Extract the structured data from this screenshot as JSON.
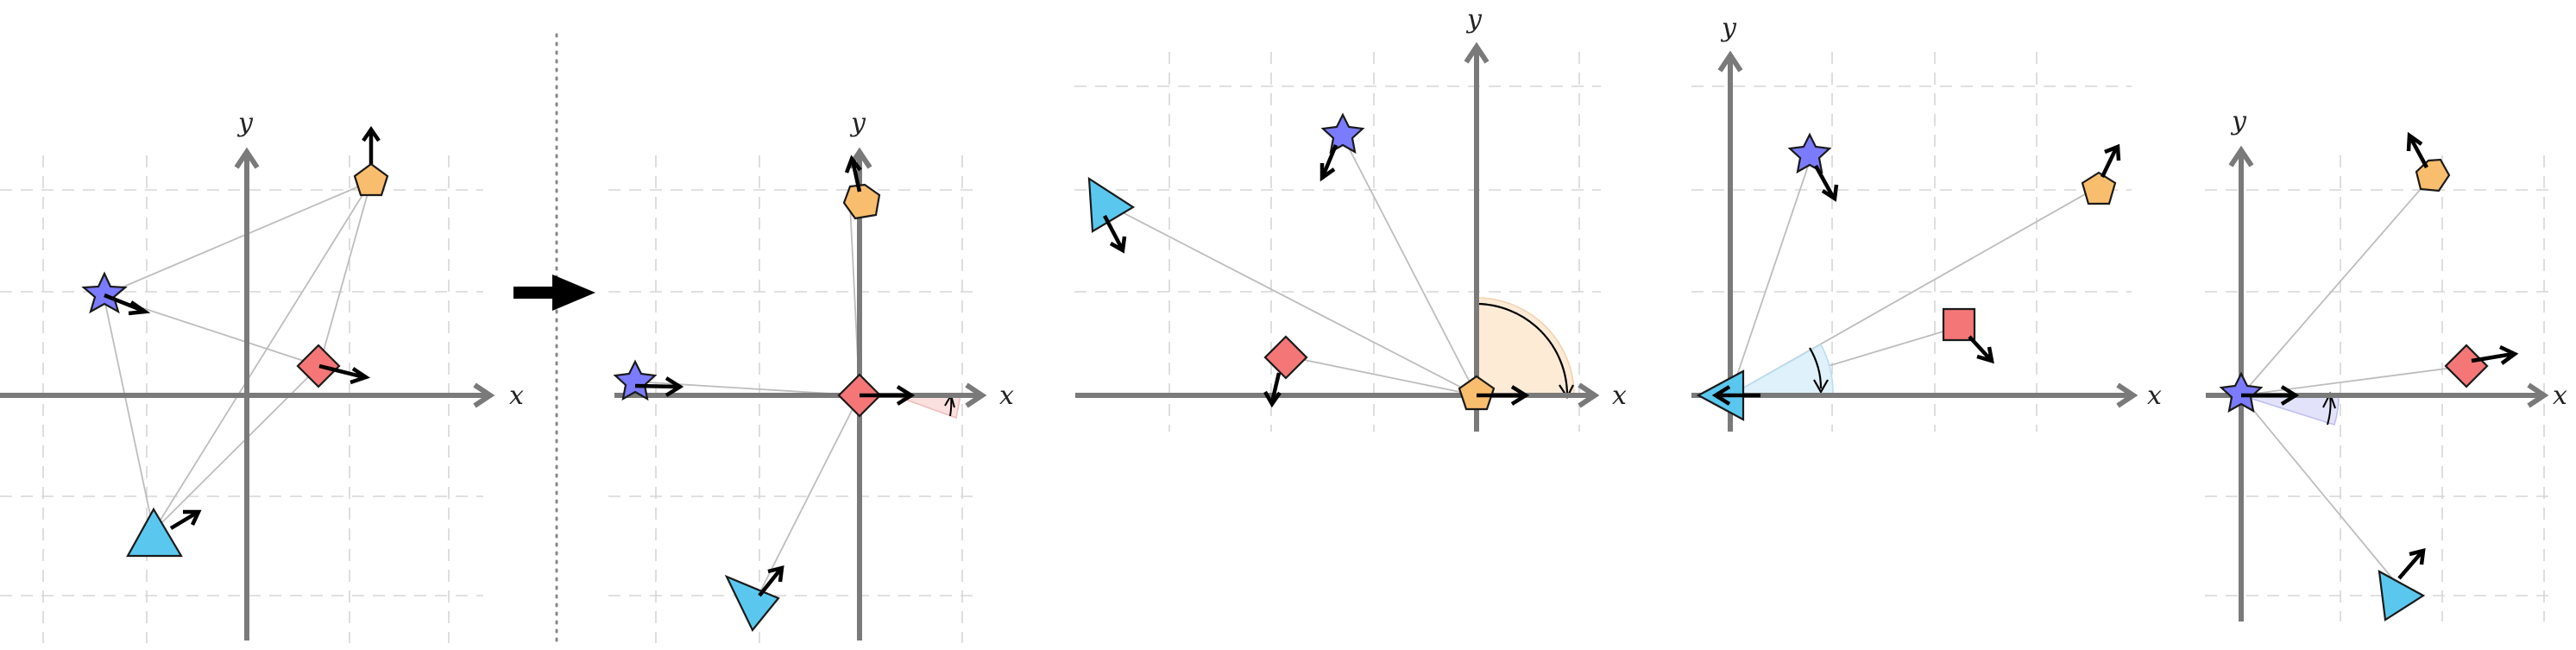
{
  "axis_labels": {
    "x": "x",
    "y": "y"
  },
  "colors": {
    "star": "#7b7bff",
    "pentagon": "#f9bd6e",
    "diamond": "#f47676",
    "triangle": "#5ac8ee",
    "axis": "#7a7a7a",
    "grid": "#d6d6d6",
    "connector": "#bdbdbd",
    "big_arrow": "#000000",
    "angle_fill_diamond": "#fbe0e0",
    "angle_fill_pentagon": "#fdebd6",
    "angle_fill_triangle": "#dff1fb",
    "angle_fill_star": "#e2e2fb"
  },
  "transition_icon": "right-arrow-icon",
  "panels": [
    {
      "name": "original",
      "reference": "none"
    },
    {
      "name": "diamond-frame",
      "reference": "diamond"
    },
    {
      "name": "pentagon-frame",
      "reference": "pentagon"
    },
    {
      "name": "triangle-frame",
      "reference": "triangle"
    },
    {
      "name": "star-frame",
      "reference": "star"
    }
  ]
}
